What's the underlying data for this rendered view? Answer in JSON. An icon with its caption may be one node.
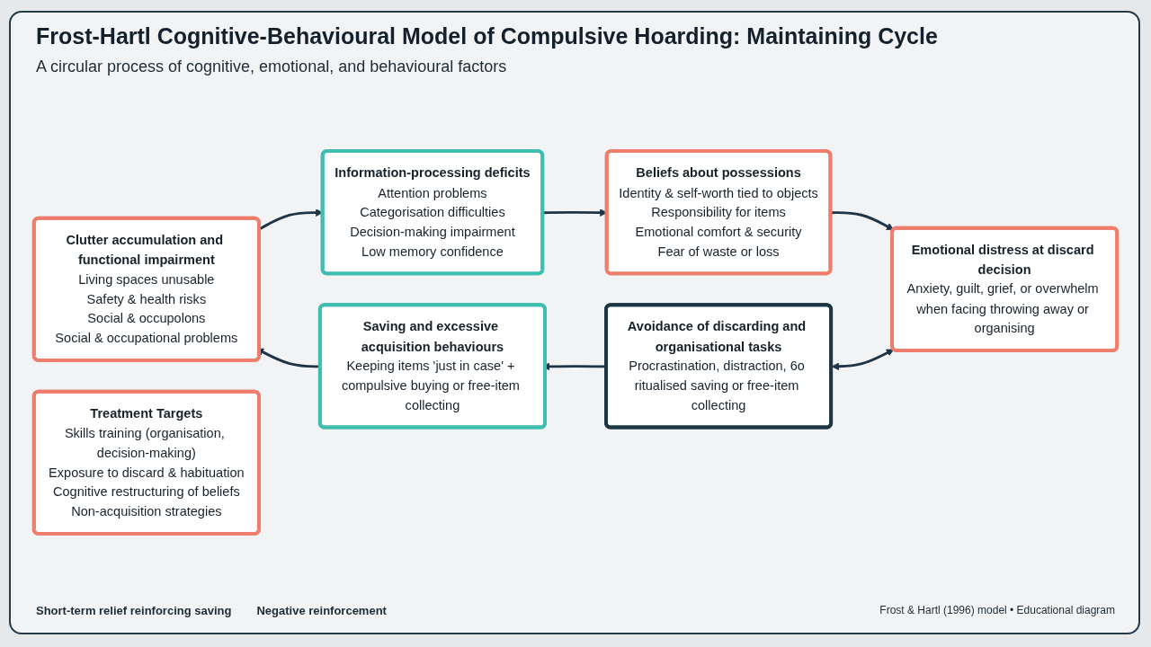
{
  "diagram": {
    "title": "Frost-Hartl Cognitive-Behavioural Model of Compulsive Hoarding: Maintaining Cycle",
    "caption": "Frost & Hartl (1996) model • Educational diagram",
    "nodes": [
      {
        "text": [
          "Information-processing deficits",
          "Attention problems",
          "Categorisation difficulties",
          "Decision-making impairment",
          "Low memory confidence"
        ]
      },
      {
        "text": [
          "Beliefs about possessions",
          "Identity & self-worth tied to objects",
          "Responsibility for items",
          "Emotional comfort & security",
          "Fear of waste or loss"
        ]
      },
      {
        "text": [
          "Emotional distress at discard decision",
          "Anxiety, guilt, grief, or overwhelm when facing throwing away or organising"
        ]
      },
      {
        "text": [
          "Avoidance of discarding and organisational tasks",
          "Procrastination, distraction, 6o ritualised saving or free-item collecting"
        ]
      },
      {
        "text": [
          "Saving and excessive acquisition behaviours",
          "Keeping items 'just in case' + compulsive buying or free-item collecting"
        ]
      },
      {
        "text": [
          "Clutter accumulation and functional impairment",
          "Living spaces unusable",
          "Safety & health risks",
          "Social & occupolons",
          "Social & occupational problems"
        ]
      },
      {
        "text": [
          "Treatment Targets",
          "Skills training (organisation, decision-making)",
          "Exposure to discard & habituation",
          "Cognitive restructuring of beliefs",
          "Non-acquisition strategies"
        ]
      }
    ],
    "edges": [
      {
        "from": 5,
        "to": 0,
        "arrow": "to"
      },
      {
        "from": 0,
        "to": 1,
        "arrow": "to"
      },
      {
        "from": 1,
        "to": 2,
        "arrow": "to"
      },
      {
        "from": 2,
        "to": 3,
        "arrow": "both"
      },
      {
        "from": 3,
        "to": 4,
        "arrow": "to"
      },
      {
        "from": 4,
        "to": 5,
        "arrow": "to"
      }
    ],
    "labels": [
      "A circular process of cognitive, emotional, and behavioural factors",
      "Short-term relief reinforcing saving",
      "Negative reinforcement"
    ]
  }
}
